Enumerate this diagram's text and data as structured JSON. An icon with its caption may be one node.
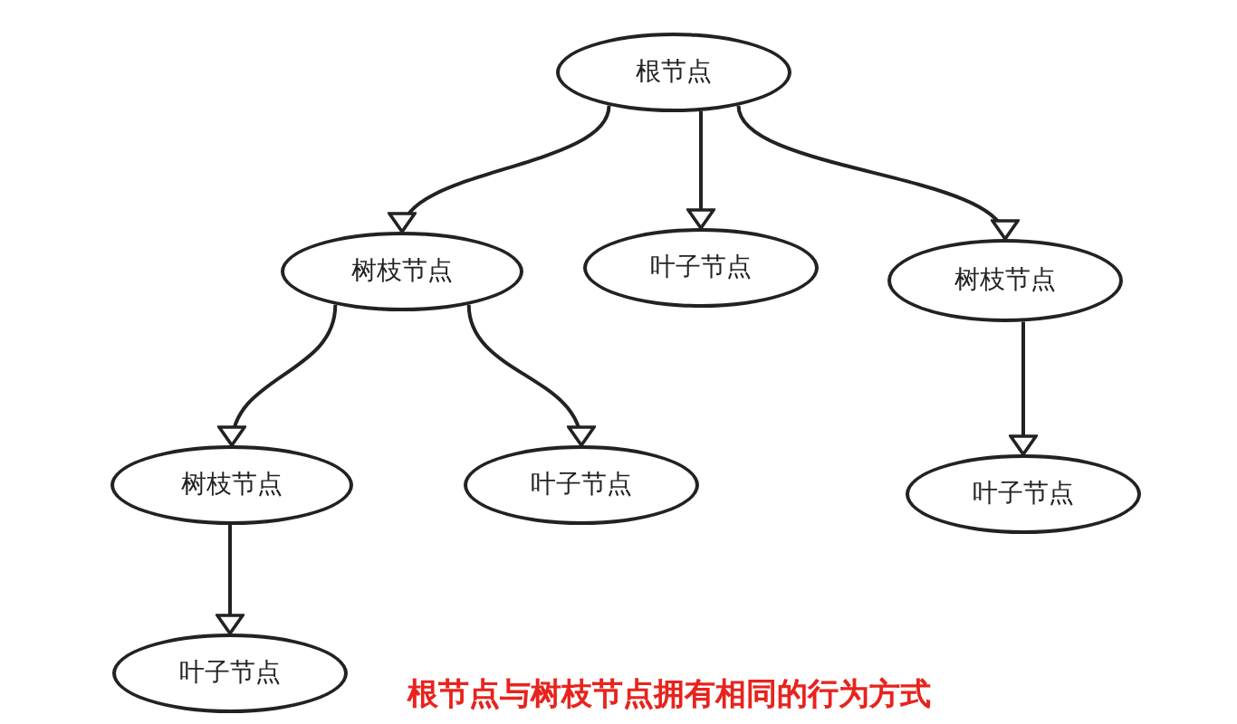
{
  "diagram": {
    "nodes": [
      {
        "text": [
          "根节点"
        ]
      },
      {
        "text": [
          "树枝节点"
        ]
      },
      {
        "text": [
          "叶子节点"
        ]
      },
      {
        "text": [
          "树枝节点"
        ]
      },
      {
        "text": [
          "树枝节点"
        ]
      },
      {
        "text": [
          "叶子节点"
        ]
      },
      {
        "text": [
          "叶子节点"
        ]
      },
      {
        "text": [
          "叶子节点"
        ]
      }
    ],
    "edges": [
      {
        "from": 0,
        "to": 1,
        "arrow": "to"
      },
      {
        "from": 0,
        "to": 2,
        "arrow": "to"
      },
      {
        "from": 0,
        "to": 3,
        "arrow": "to"
      },
      {
        "from": 1,
        "to": 4,
        "arrow": "to"
      },
      {
        "from": 1,
        "to": 5,
        "arrow": "to"
      },
      {
        "from": 3,
        "to": 6,
        "arrow": "to"
      },
      {
        "from": 4,
        "to": 7,
        "arrow": "to"
      }
    ],
    "labels": [
      "根节点与树枝节点拥有相同的行为方式"
    ]
  }
}
